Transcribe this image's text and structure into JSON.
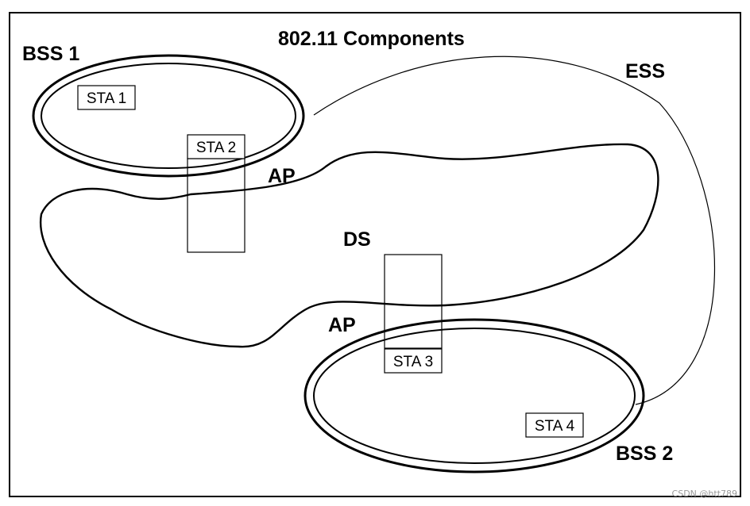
{
  "diagram": {
    "title": "802.11 Components",
    "labels": {
      "bss1": "BSS 1",
      "bss2": "BSS 2",
      "ess": "ESS",
      "ds": "DS",
      "ap_top": "AP",
      "ap_bottom": "AP"
    },
    "stations": {
      "sta1": "STA 1",
      "sta2": "STA 2",
      "sta3": "STA 3",
      "sta4": "STA 4"
    },
    "watermark": "CSDN @htt789"
  },
  "colors": {
    "stroke": "#000000",
    "background": "#ffffff",
    "watermark": "#9a9a9a"
  }
}
